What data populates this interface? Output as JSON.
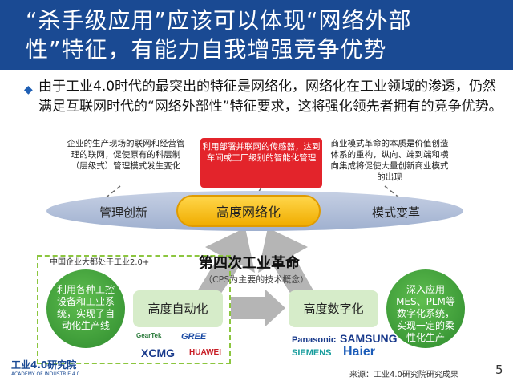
{
  "title": {
    "line1": "“杀手级应用”应该可以体现“网络外部",
    "line2": "性”特征，有能力自我增强竞争优势"
  },
  "bullet": {
    "icon": "droplet-bullet",
    "text": "由于工业4.0时代的最突出的特征是网络化，网络化在工业领域的渗透，仍然满足互联网时代的“网络外部性”特征要求，这将强化领先者拥有的竞争优势。"
  },
  "callouts": {
    "left": "企业的生产现场的联网和经营管理的联网，促使原有的科层制（层级式）管理模式发生变化",
    "center": "利用部署并联网的传感器，达到车间或工厂级别的智能化管理",
    "right": "商业模式革命的本质是价值创造体系的重构，纵向、端到端和横向集成将促使大量创新商业模式的出现"
  },
  "ellipse": {
    "left_label": "管理创新",
    "center_label": "高度网络化",
    "right_label": "模式变革"
  },
  "industry": {
    "note": "中国企业大都处于工业2.0+",
    "revolution_title": "第四次工业革命",
    "revolution_subtitle": "（CPS为主要的技术概念）",
    "left_circle": "利用各种工控设备和工业系统，实现了自动化生产线",
    "left_box": "高度自动化",
    "right_box": "高度数字化",
    "right_circle": "深入应用MES、PLM等数字化系统，实现一定的柔性化生产"
  },
  "logos_left": [
    "GearTek",
    "GREE",
    "XCMG",
    "HUAWEI"
  ],
  "logos_right": [
    "Panasonic",
    "SAMSUNG",
    "SIEMENS",
    "Haier"
  ],
  "footer": {
    "org_logo": "工业4.0研究院",
    "org_logo_en": "ACADEMY OF INDUSTRIE 4.0",
    "source": "来源：工业4.0研究院研究成果",
    "page": "5"
  },
  "colors": {
    "header": "#1a4a93",
    "red_callout": "#e3242b",
    "pill": "#f0ad00",
    "green": "#3a9a3a",
    "arrow_gray": "#b5b5b5"
  }
}
